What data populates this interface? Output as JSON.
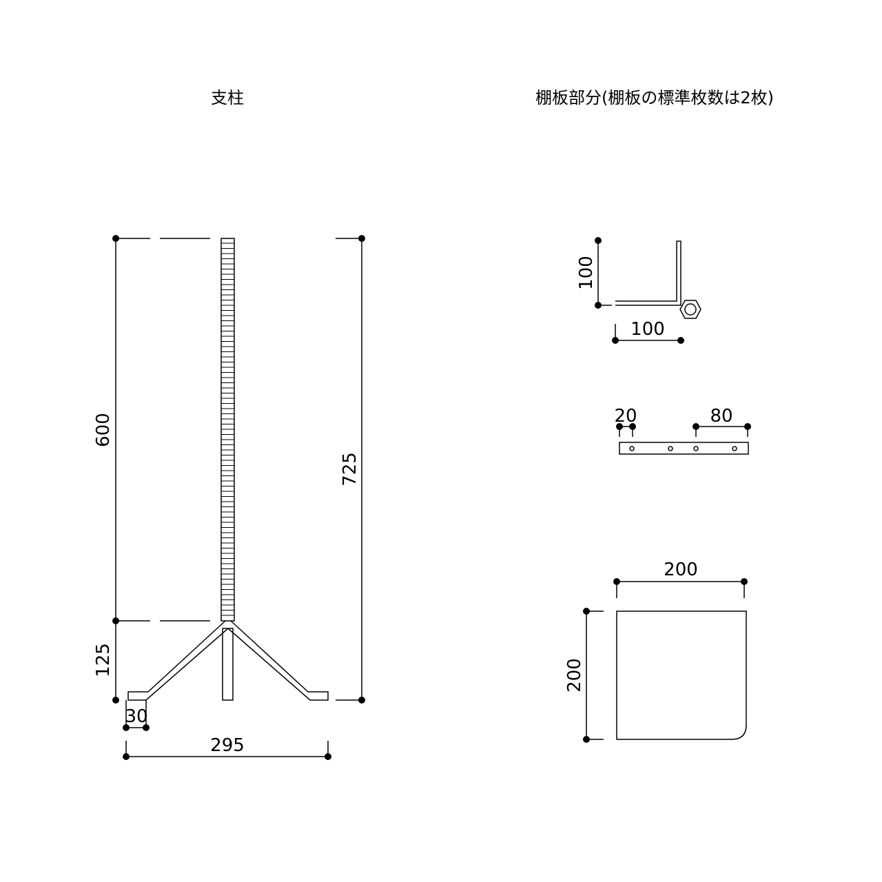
{
  "titles": {
    "left": "支柱",
    "right": "棚板部分(棚板の標準枚数は2枚)"
  },
  "pillar": {
    "dim_600": "600",
    "dim_125": "125",
    "dim_725": "725",
    "dim_30": "30",
    "dim_295": "295"
  },
  "bracket": {
    "dim_height": "100",
    "dim_width": "100"
  },
  "rail": {
    "dim_20": "20",
    "dim_80": "80"
  },
  "shelf": {
    "dim_width": "200",
    "dim_depth": "200"
  }
}
